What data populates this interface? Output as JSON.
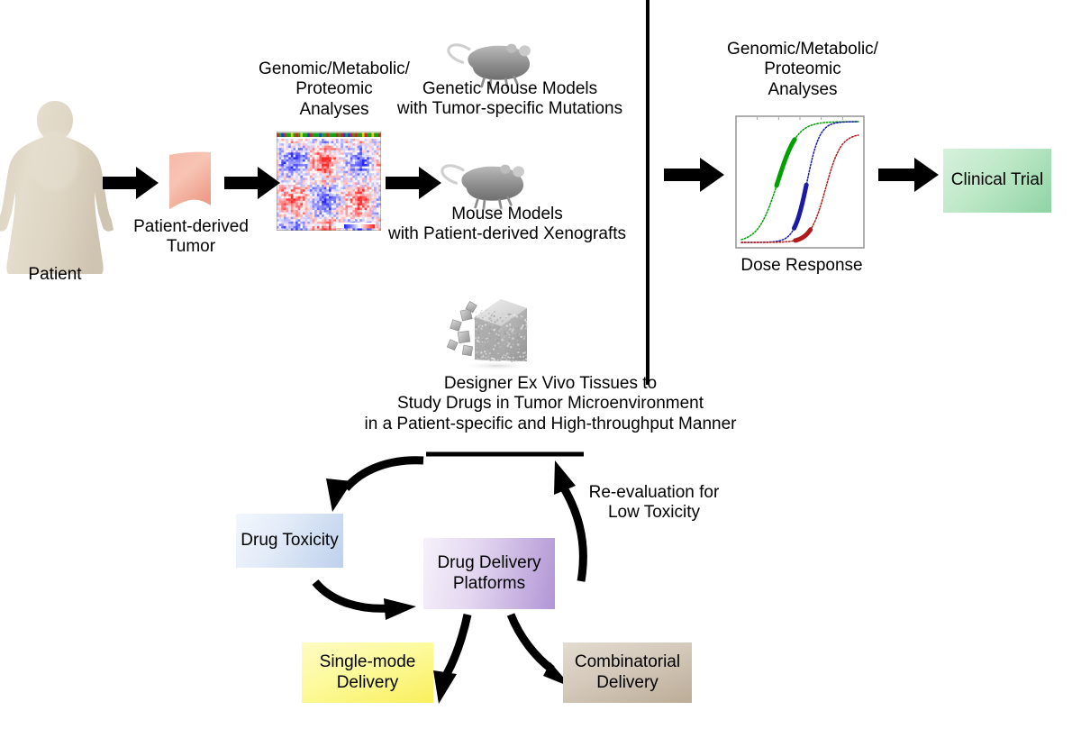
{
  "figure": {
    "kind": "workflow-diagram",
    "title_text": "",
    "divider_color": "#000000"
  },
  "left_panel": {
    "patient": {
      "label": "Patient",
      "icon": "human-silhouette-icon",
      "color": "#ddd4c4"
    },
    "tumor": {
      "label": "Patient-derived\nTumor",
      "icon": "tumor-tissue-icon",
      "color": "#f0a898"
    },
    "heatmap": {
      "label": "Genomic/Metabolic/\nProteomic\nAnalyses",
      "icon": "heatmap-icon",
      "colors": [
        "#d91f1f",
        "#1f2fd9",
        "#ffffff"
      ]
    },
    "genetic_mouse": {
      "label": "Genetic Mouse Models\nwith Tumor-specific Mutations",
      "icon": "mouse-icon"
    },
    "pdx_mouse": {
      "label": "Mouse Models\nwith Patient-derived Xenografts",
      "icon": "mouse-icon"
    },
    "ex_vivo": {
      "label": "Designer Ex Vivo Tissues to\nStudy Drugs in Tumor Microenvironment\nin a Patient-specific and High-throughput Manner",
      "icon": "scaffold-cube-icon"
    }
  },
  "right_panel": {
    "analyses_label": "Genomic/Metabolic/\nProteomic\nAnalyses",
    "dose_response_label": "Dose Response",
    "clinical_trial": {
      "label": "Clinical\nTrial",
      "color_light": "#d9f2dc",
      "color_dark": "#7cc894"
    }
  },
  "chart_data": {
    "type": "line",
    "title": "Dose Response",
    "xlabel": "",
    "ylabel": "",
    "xlim": [
      0,
      10
    ],
    "ylim": [
      0,
      1
    ],
    "grid": false,
    "legend": "none",
    "axis_style": "box-frame",
    "series": [
      {
        "name": "curve-green",
        "color": "#00a000",
        "ec50": 3.1,
        "hill": 1.25,
        "style": "dotted-with-solid-highlight",
        "highlight_range": [
          3.0,
          4.6
        ],
        "x": [
          0,
          1,
          2,
          3,
          4,
          5,
          6,
          7,
          8,
          9,
          10
        ],
        "y": [
          0.01,
          0.05,
          0.16,
          0.38,
          0.63,
          0.81,
          0.91,
          0.96,
          0.98,
          0.99,
          1.0
        ]
      },
      {
        "name": "curve-blue",
        "color": "#1a1aa8",
        "ec50": 5.6,
        "hill": 1.9,
        "style": "dotted-with-solid-highlight",
        "highlight_range": [
          4.5,
          5.6
        ],
        "x": [
          0,
          1,
          2,
          3,
          4,
          5,
          6,
          7,
          8,
          9,
          10
        ],
        "y": [
          0.0,
          0.01,
          0.03,
          0.07,
          0.17,
          0.38,
          0.67,
          0.87,
          0.96,
          0.99,
          1.0
        ]
      },
      {
        "name": "curve-red",
        "color": "#b01a1a",
        "ec50": 7.2,
        "hill": 1.6,
        "style": "dotted-with-solid-highlight",
        "highlight_range": [
          4.6,
          5.9
        ],
        "x": [
          0,
          1,
          2,
          3,
          4,
          5,
          6,
          7,
          8,
          9,
          10
        ],
        "y": [
          0.0,
          0.01,
          0.02,
          0.05,
          0.11,
          0.2,
          0.34,
          0.52,
          0.69,
          0.81,
          0.88
        ]
      }
    ]
  },
  "cycle": {
    "drug_toxicity": {
      "label": "Drug\nToxicity",
      "color_light": "#eef3fb",
      "color_dark": "#afc6e6"
    },
    "drug_delivery": {
      "label": "Drug Delivery\nPlatforms",
      "color_light": "#f2ecf7",
      "color_dark": "#b69ad4"
    },
    "single_mode": {
      "label": "Single-mode\nDelivery",
      "color_light": "#fdfbbe",
      "color_dark": "#faf06a"
    },
    "combinatorial": {
      "label": "Combinatorial\nDelivery",
      "color_light": "#ded5c8",
      "color_dark": "#c3b6a4"
    },
    "reevaluation_label": "Re-evaluation for\nLow Toxicity"
  },
  "arrows": [
    {
      "name": "arrow-patient-to-tumor"
    },
    {
      "name": "arrow-tumor-to-heatmap"
    },
    {
      "name": "arrow-heatmap-to-mouse"
    },
    {
      "name": "arrow-models-to-dose-response"
    },
    {
      "name": "arrow-dose-to-clinical-trial"
    },
    {
      "name": "arrow-exvivo-to-toxicity"
    },
    {
      "name": "arrow-toxicity-to-platforms"
    },
    {
      "name": "arrow-platforms-to-single-mode"
    },
    {
      "name": "arrow-platforms-to-combinatorial"
    },
    {
      "name": "arrow-reevaluation-up"
    }
  ]
}
